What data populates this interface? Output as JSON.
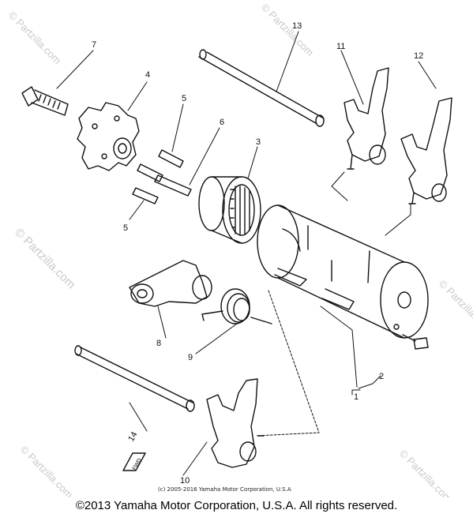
{
  "watermark": {
    "brand": "© Partzilla.com",
    "url": "Partzilla.com"
  },
  "part_labels": {
    "p1": "1",
    "p2": "2",
    "p3": "3",
    "p4": "4",
    "p5a": "5",
    "p5b": "5",
    "p6": "6",
    "p7": "7",
    "p8": "8",
    "p9": "9",
    "p10": "10",
    "p11": "11",
    "p12": "12",
    "p13": "13",
    "p14": "14"
  },
  "fwd_mark": "FWD",
  "inner_copyright": "(c) 2005-2016 Yamaha Motor Corporation, U.S.A",
  "footer": "©2013 Yamaha Motor Corporation, U.S.A. All rights reserved.",
  "colors": {
    "line": "#111111",
    "watermark": "#c9c9c9",
    "background": "#ffffff"
  }
}
